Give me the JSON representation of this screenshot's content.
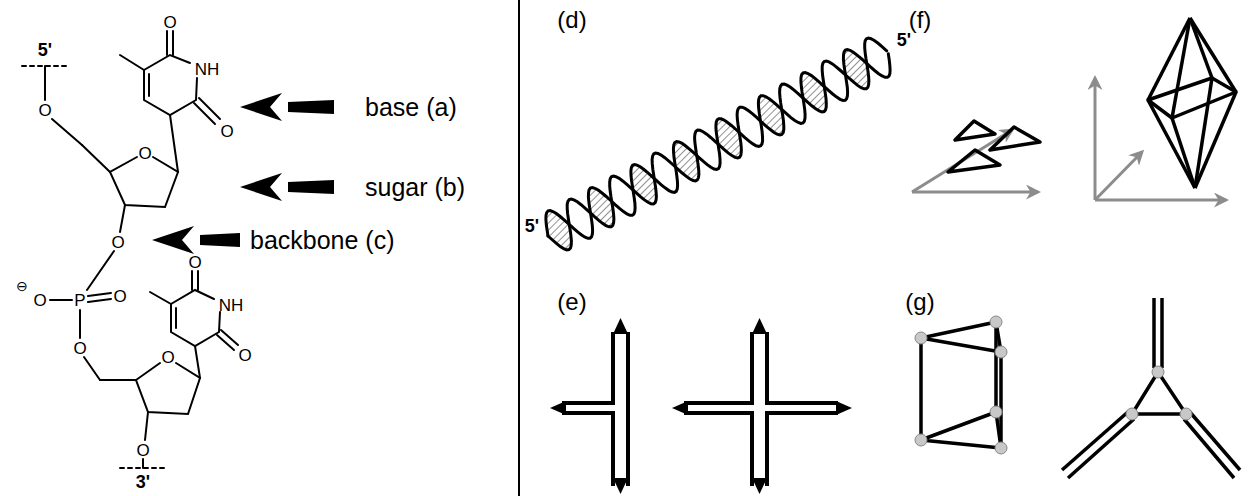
{
  "diagram": {
    "labels": [
      "5'",
      "O",
      "O",
      "NH",
      "O",
      "O",
      "base (a)",
      "sugar (b)",
      "O",
      "backbone (c)",
      "⊖",
      "O",
      "P",
      "O",
      "O",
      "O",
      "NH",
      "O",
      "O",
      "O",
      "3'",
      "(d)",
      "5'",
      "5'",
      "(e)",
      "(f)",
      "(g)"
    ]
  }
}
